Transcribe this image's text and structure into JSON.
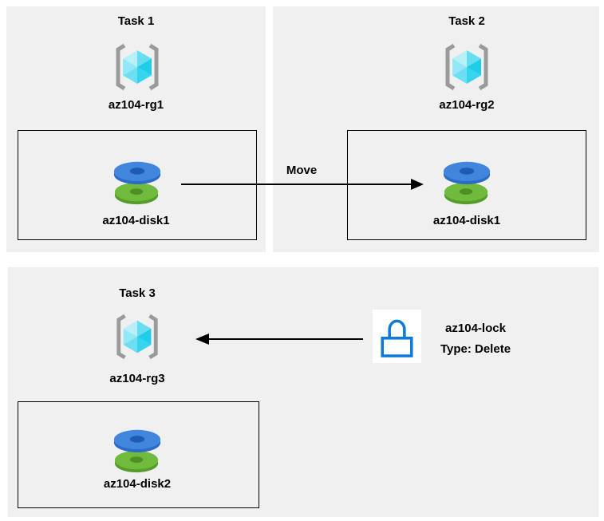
{
  "diagram": {
    "background": "#ffffff",
    "panel_background": "#f0f0f0"
  },
  "tasks": [
    {
      "title": "Task 1",
      "resource_group": "az104-rg1",
      "disk": "az104-disk1"
    },
    {
      "title": "Task 2",
      "resource_group": "az104-rg2",
      "disk": "az104-disk1"
    },
    {
      "title": "Task 3",
      "resource_group": "az104-rg3",
      "disk": "az104-disk2"
    }
  ],
  "move_arrow": {
    "label": "Move"
  },
  "lock": {
    "name": "az104-lock",
    "type": "Type: Delete"
  },
  "colors": {
    "panel_gray": "#f0f0f0",
    "box_border": "#000000",
    "arrow_black": "#000000",
    "bracket_gray": "#9a9a9a",
    "cube_cyan_light": "#b8eff9",
    "cube_cyan_medium": "#66def1",
    "cube_cyan_dark": "#1fcde9",
    "disk_blue": "#4186dd",
    "disk_blue_dark": "#2b6cc8",
    "disk_green": "#70ba3d",
    "disk_green_dark": "#579b2a",
    "lock_blue": "#0f7ad8",
    "text_black": "#000000"
  }
}
